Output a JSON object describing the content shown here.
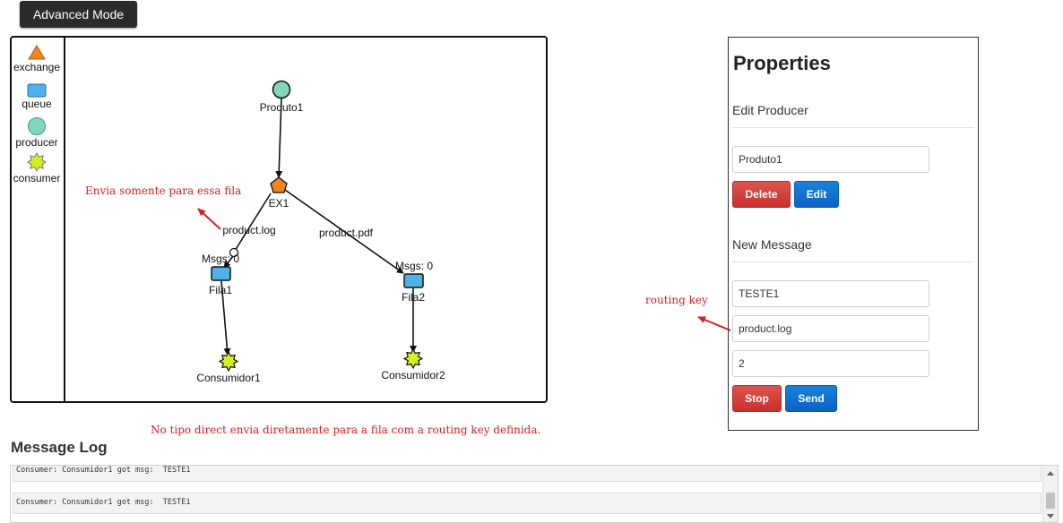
{
  "toolbar": {
    "advanced_mode_label": "Advanced Mode"
  },
  "palette": {
    "items": [
      {
        "label": "exchange",
        "icon": "triangle-icon",
        "color": "#f0861e"
      },
      {
        "label": "queue",
        "icon": "rectangle-icon",
        "color": "#4db2ea"
      },
      {
        "label": "producer",
        "icon": "circle-icon",
        "color": "#7fd8bc"
      },
      {
        "label": "consumer",
        "icon": "star-icon",
        "color": "#d5f020"
      }
    ]
  },
  "diagram": {
    "producer": {
      "label": "Produto1"
    },
    "exchange": {
      "label": "EX1"
    },
    "queues": [
      {
        "label": "Fila1",
        "msgs": "Msgs: 0"
      },
      {
        "label": "Fila2",
        "msgs": "Msgs: 0"
      }
    ],
    "consumers": [
      {
        "label": "Consumidor1"
      },
      {
        "label": "Consumidor2"
      }
    ],
    "bindings": [
      {
        "label": "product.log"
      },
      {
        "label": "product.pdf"
      }
    ]
  },
  "annotations": {
    "filter_note": "Envia somente para essa fila",
    "routing_key_note": "routing key",
    "direct_note": "No tipo direct envia diretamente para a fila com a routing key definida."
  },
  "properties": {
    "title": "Properties",
    "edit_section_title": "Edit Producer",
    "producer_name": "Produto1",
    "delete_label": "Delete",
    "edit_label": "Edit",
    "message_section_title": "New Message",
    "message_value": "TESTE1",
    "routing_key_value": "product.log",
    "count_value": "2",
    "stop_label": "Stop",
    "send_label": "Send"
  },
  "log": {
    "title": "Message Log",
    "entries": [
      "Consumer: Consumidor1 got msg:  TESTE1",
      "Consumer: Consumidor1 got msg:  TESTE1"
    ]
  },
  "colors": {
    "exchange": "#f0861e",
    "queue": "#4db2ea",
    "producer": "#7fd8bc",
    "consumer": "#d5f020",
    "annotation": "#d42020",
    "button_red": "#c9302c",
    "button_blue": "#0b62c4"
  }
}
